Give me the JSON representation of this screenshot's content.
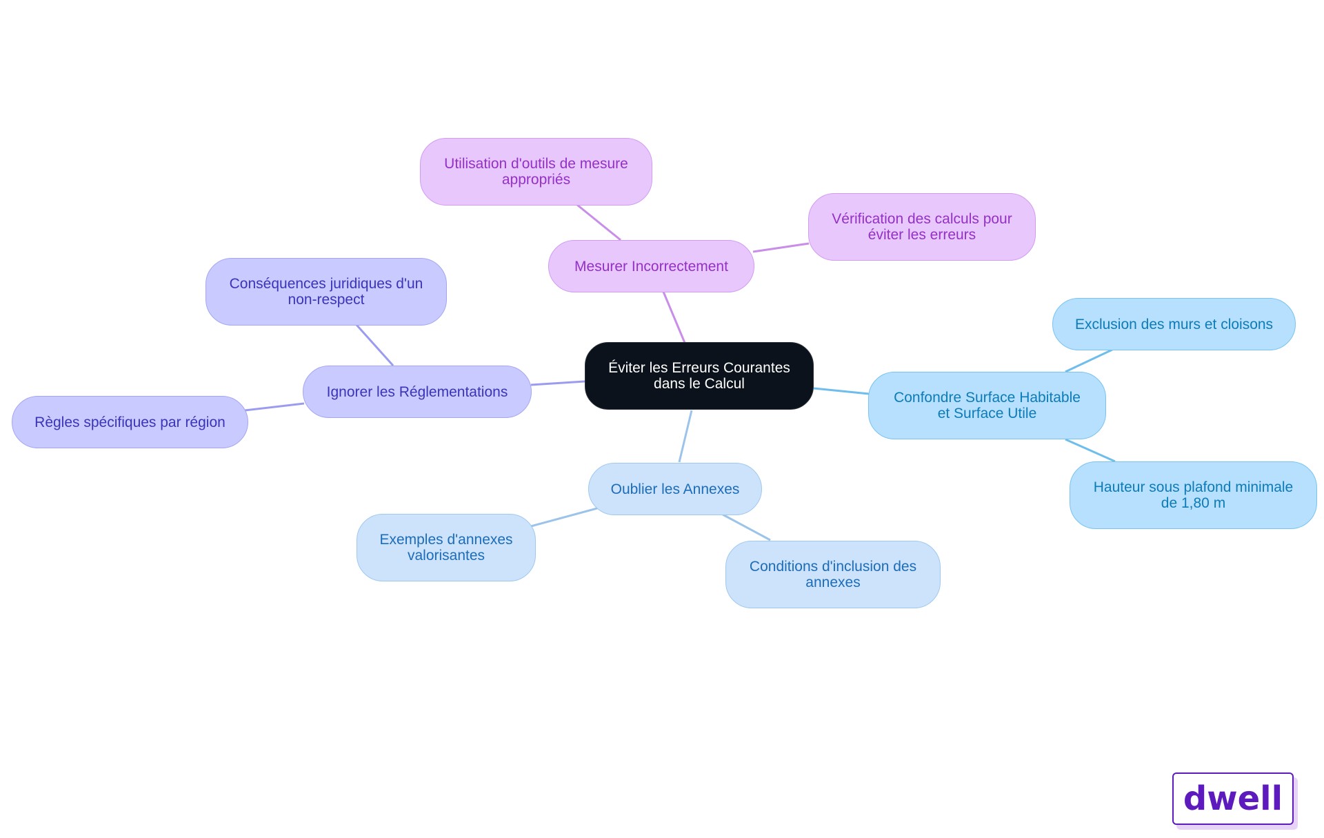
{
  "root": {
    "label": "Éviter les Erreurs Courantes\ndans le Calcul"
  },
  "branches": {
    "mesurer": {
      "label": "Mesurer Incorrectement",
      "children": [
        "Utilisation d'outils de mesure\nappropriés",
        "Vérification des calculs pour\néviter les erreurs"
      ]
    },
    "ignorer": {
      "label": "Ignorer les Réglementations",
      "children": [
        "Conséquences juridiques d'un\nnon-respect",
        "Règles spécifiques par région"
      ]
    },
    "confondre": {
      "label": "Confondre Surface Habitable\net Surface Utile",
      "children": [
        "Exclusion des murs et cloisons",
        "Hauteur sous plafond minimale\nde 1,80 m"
      ]
    },
    "oublier": {
      "label": "Oublier les Annexes",
      "children": [
        "Exemples d'annexes\nvalorisantes",
        "Conditions d'inclusion des\nannexes"
      ]
    }
  },
  "colors": {
    "purple_edge": "#c98ee8",
    "indigo_edge": "#9b9cf0",
    "sky_edge": "#6ebdeb",
    "light_edge": "#9cc4ea"
  },
  "logo": {
    "text": "dwell",
    "color": "#5d1bbd"
  }
}
